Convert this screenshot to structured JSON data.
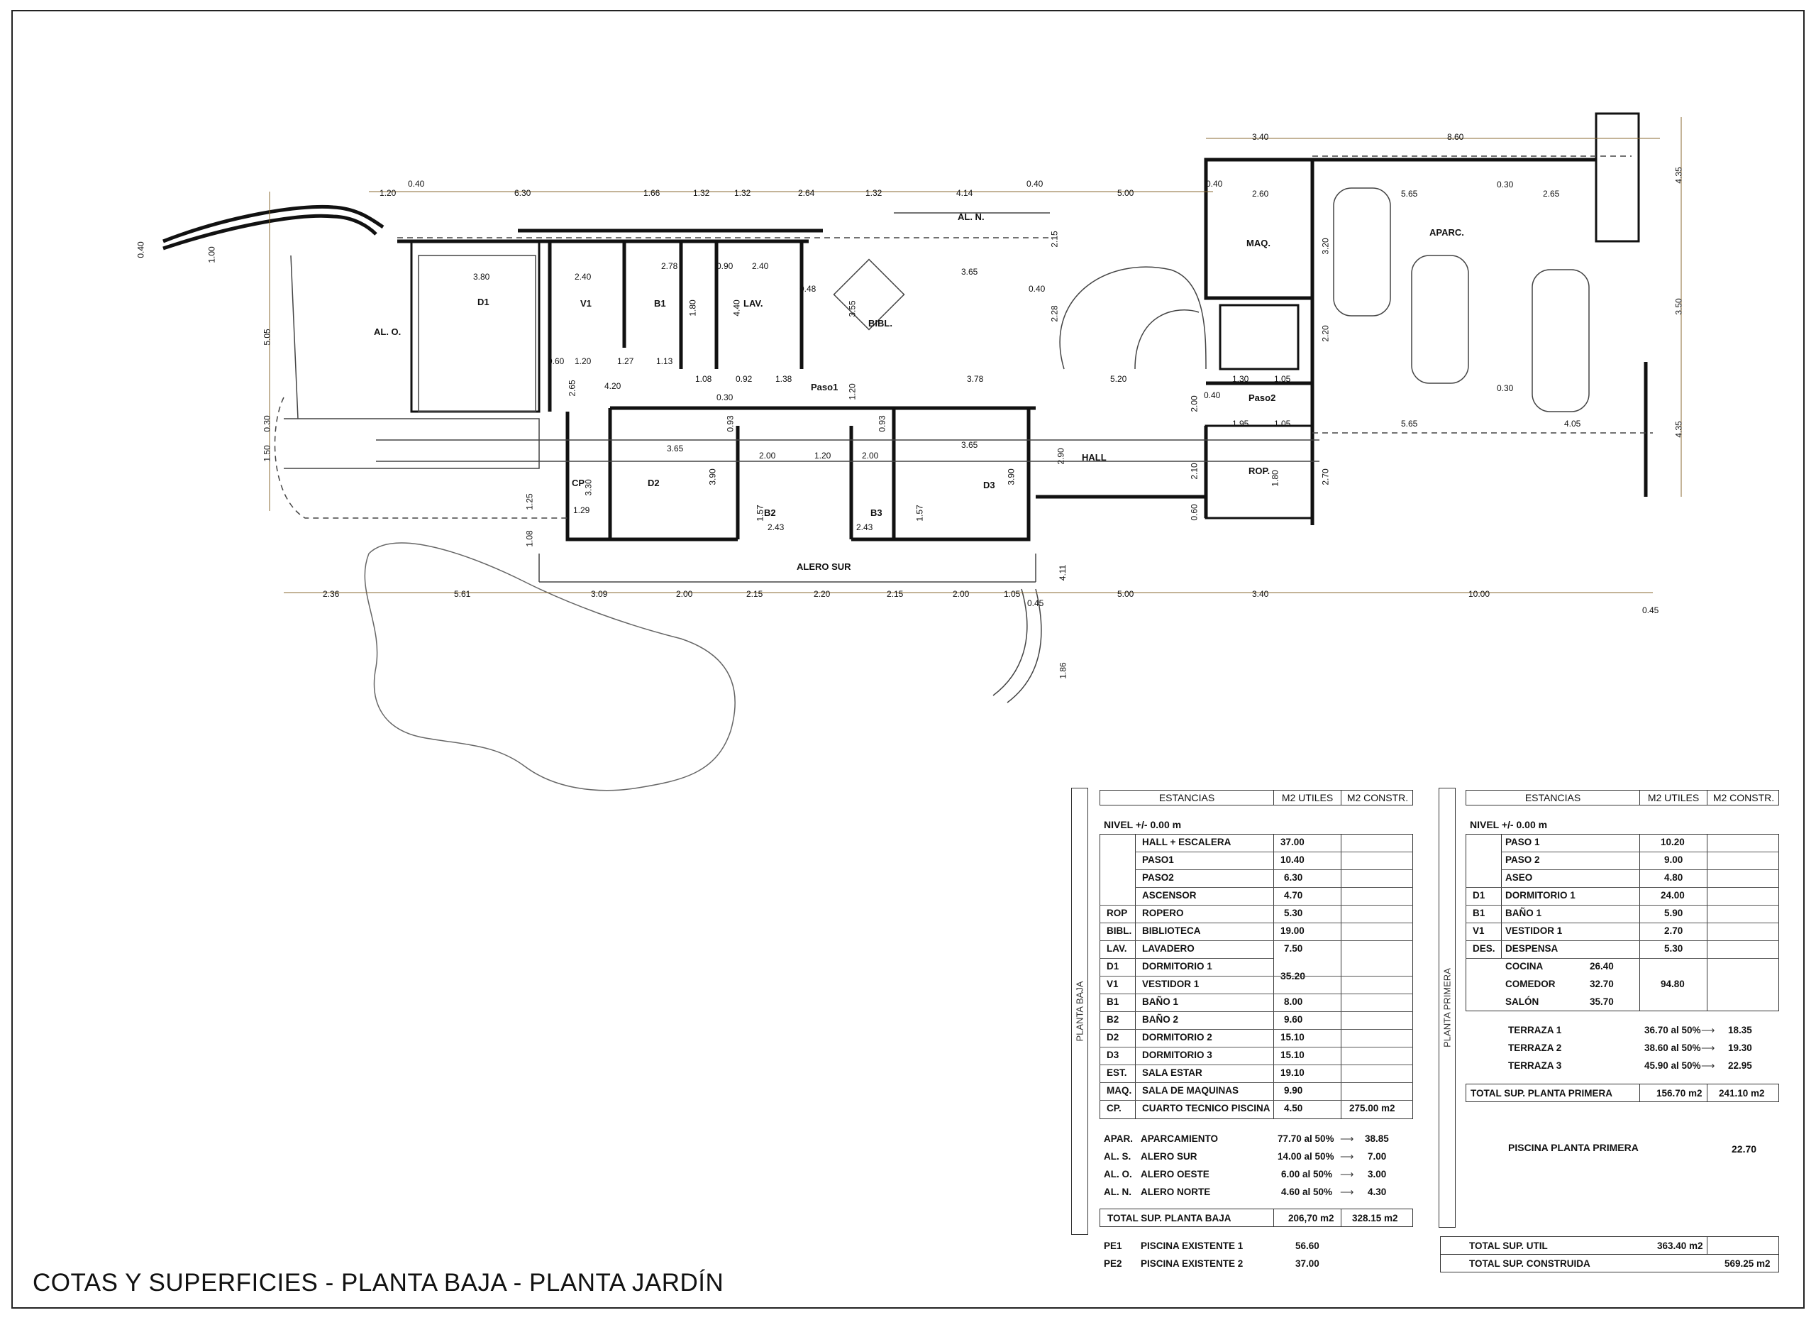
{
  "title": "COTAS Y SUPERFICIES - PLANTA BAJA - PLANTA JARDÍN",
  "plan": {
    "rooms": [
      "AL. O.",
      "D1",
      "V1",
      "B1",
      "LAV.",
      "BIBL.",
      "AL. N.",
      "MAQ.",
      "APARC.",
      "Paso1",
      "Paso2",
      "HALL",
      "ROP.",
      "D2",
      "D3",
      "B2",
      "B3",
      "CP",
      "ALERO SUR"
    ],
    "dims_top": [
      "1.20",
      "0.40",
      "6.30",
      "1.66",
      "1.32",
      "1.32",
      "2.64",
      "1.32",
      "4.14",
      "0.40",
      "5.00",
      "0.40",
      "3.40",
      "8.60"
    ],
    "dims_bottom": [
      "2.36",
      "5.61",
      "3.09",
      "2.00",
      "2.15",
      "2.20",
      "2.15",
      "2.00",
      "1.05",
      "0.45",
      "5.00",
      "3.40",
      "10.00",
      "0.45"
    ],
    "dims_left": [
      "0.40",
      "1.00",
      "5.05",
      "0.30",
      "1.50"
    ],
    "dims_right": [
      "4.35",
      "3.50",
      "4.35"
    ],
    "dims_inner": [
      "3.80",
      "2.40",
      "2.78",
      "2.40",
      "0.90",
      "3.65",
      "0.40",
      "0.48",
      "3.55",
      "2.60",
      "0.30",
      "2.65",
      "5.65",
      "3.20",
      "2.20",
      "2.00",
      "0.40",
      "1.30",
      "1.05",
      "1.95",
      "1.05",
      "5.65",
      "4.05",
      "0.30",
      "4.20",
      "0.60",
      "1.20",
      "1.27",
      "1.13",
      "1.08",
      "0.92",
      "1.38",
      "1.20",
      "3.78",
      "5.20",
      "2.65",
      "0.30",
      "3.65",
      "3.65",
      "0.93",
      "0.93",
      "1.20",
      "2.00",
      "2.00",
      "1.57",
      "1.57",
      "2.43",
      "2.43",
      "3.90",
      "3.90",
      "1.29",
      "2.90",
      "2.10",
      "0.60",
      "1.80",
      "2.70",
      "1.08",
      "1.25",
      "3.30",
      "4.11",
      "1.86",
      "2.15",
      "2.28",
      "4.40",
      "1.80"
    ]
  },
  "table_baja": {
    "side_label": "PLANTA BAJA",
    "headers": [
      "ESTANCIAS",
      "M2 UTILES",
      "M2 CONSTR."
    ],
    "nivel": "NIVEL  +/- 0.00 m",
    "rows": [
      {
        "code": "",
        "name": "HALL + ESCALERA",
        "util": "37.00"
      },
      {
        "code": "",
        "name": "PASO1",
        "util": "10.40"
      },
      {
        "code": "",
        "name": "PASO2",
        "util": "6.30"
      },
      {
        "code": "",
        "name": "ASCENSOR",
        "util": "4.70"
      },
      {
        "code": "ROP",
        "name": "ROPERO",
        "util": "5.30"
      },
      {
        "code": "BIBL.",
        "name": "BIBLIOTECA",
        "util": "19.00"
      },
      {
        "code": "LAV.",
        "name": "LAVADERO",
        "util": "7.50"
      },
      {
        "code": "D1",
        "name": "DORMITORIO 1",
        "util": ""
      },
      {
        "code": "V1",
        "name": "VESTIDOR 1",
        "util": ""
      },
      {
        "code": "B1",
        "name": "BAÑO 1",
        "util": "8.00"
      },
      {
        "code": "B2",
        "name": "BAÑO 2",
        "util": "9.60"
      },
      {
        "code": "D2",
        "name": "DORMITORIO 2",
        "util": "15.10"
      },
      {
        "code": "D3",
        "name": "DORMITORIO 3",
        "util": "15.10"
      },
      {
        "code": "EST.",
        "name": "SALA ESTAR",
        "util": "19.10"
      },
      {
        "code": "MAQ.",
        "name": "SALA DE MAQUINAS",
        "util": "9.90"
      },
      {
        "code": "CP.",
        "name": "CUARTO TECNICO PISCINA",
        "util": "4.50"
      }
    ],
    "d1v1_util": "35.20",
    "constr_total": "275.00 m2",
    "aleros": [
      {
        "code": "APAR.",
        "name": "APARCAMIENTO",
        "pct": "77.70 al 50%",
        "val": "38.85"
      },
      {
        "code": "AL. S.",
        "name": "ALERO SUR",
        "pct": "14.00 al 50%",
        "val": "7.00"
      },
      {
        "code": "AL. O.",
        "name": "ALERO OESTE",
        "pct": "6.00 al 50%",
        "val": "3.00"
      },
      {
        "code": "AL. N.",
        "name": "ALERO NORTE",
        "pct": "4.60 al 50%",
        "val": "4.30"
      }
    ],
    "total_label": "TOTAL SUP.  PLANTA BAJA",
    "total_util": "206,70 m2",
    "total_constr": "328.15 m2",
    "piscinas": [
      {
        "code": "PE1",
        "name": "PISCINA EXISTENTE 1",
        "val": "56.60"
      },
      {
        "code": "PE2",
        "name": "PISCINA EXISTENTE 2",
        "val": "37.00"
      }
    ]
  },
  "table_primera": {
    "side_label": "PLANTA PRIMERA",
    "headers": [
      "ESTANCIAS",
      "M2 UTILES",
      "M2 CONSTR."
    ],
    "nivel": "NIVEL  +/- 0.00 m",
    "rows": [
      {
        "code": "",
        "name": "PASO 1",
        "util": "10.20"
      },
      {
        "code": "",
        "name": "PASO 2",
        "util": "9.00"
      },
      {
        "code": "",
        "name": "ASEO",
        "util": "4.80"
      },
      {
        "code": "D1",
        "name": "DORMITORIO 1",
        "util": "24.00"
      },
      {
        "code": "B1",
        "name": "BAÑO 1",
        "util": "5.90"
      },
      {
        "code": "V1",
        "name": "VESTIDOR 1",
        "util": "2.70"
      },
      {
        "code": "DES.",
        "name": "DESPENSA",
        "util": "5.30"
      }
    ],
    "salon": [
      {
        "name": "COCINA",
        "val": "26.40"
      },
      {
        "name": "COMEDOR",
        "val": "32.70"
      },
      {
        "name": "SALÓN",
        "val": "35.70"
      }
    ],
    "salon_total": "94.80",
    "terrazas": [
      {
        "name": "TERRAZA 1",
        "pct": "36.70 al 50%",
        "val": "18.35"
      },
      {
        "name": "TERRAZA 2",
        "pct": "38.60 al 50%",
        "val": "19.30"
      },
      {
        "name": "TERRAZA 3",
        "pct": "45.90 al 50%",
        "val": "22.95"
      }
    ],
    "total_label": "TOTAL SUP.  PLANTA PRIMERA",
    "total_util": "156.70 m2",
    "total_constr": "241.10 m2",
    "piscina_label": "PISCINA PLANTA PRIMERA",
    "piscina_val": "22.70"
  },
  "totals": {
    "util_label": "TOTAL SUP. UTIL",
    "util_val": "363.40 m2",
    "constr_label": "TOTAL SUP. CONSTRUIDA",
    "constr_val": "569.25 m2"
  }
}
